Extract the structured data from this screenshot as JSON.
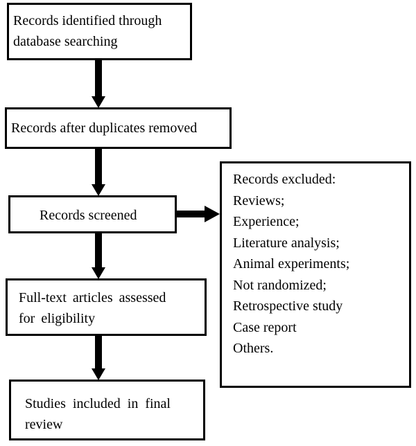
{
  "flowchart": {
    "identification": {
      "lines": [
        "Records identified through",
        "database searching"
      ]
    },
    "duplicates": {
      "lines": [
        "Records after duplicates removed"
      ]
    },
    "screened": {
      "lines": [
        "Records screened"
      ]
    },
    "fulltext": {
      "lines": [
        "Full-text articles assessed",
        "for eligibility"
      ]
    },
    "included": {
      "lines": [
        "Studies included in final",
        "review"
      ]
    },
    "excluded": {
      "lines": [
        "Records excluded:",
        "Reviews;",
        "Experience;",
        "Literature analysis;",
        "Animal experiments;",
        "Not randomized;",
        "Retrospective study",
        "Case report",
        "Others."
      ]
    }
  }
}
